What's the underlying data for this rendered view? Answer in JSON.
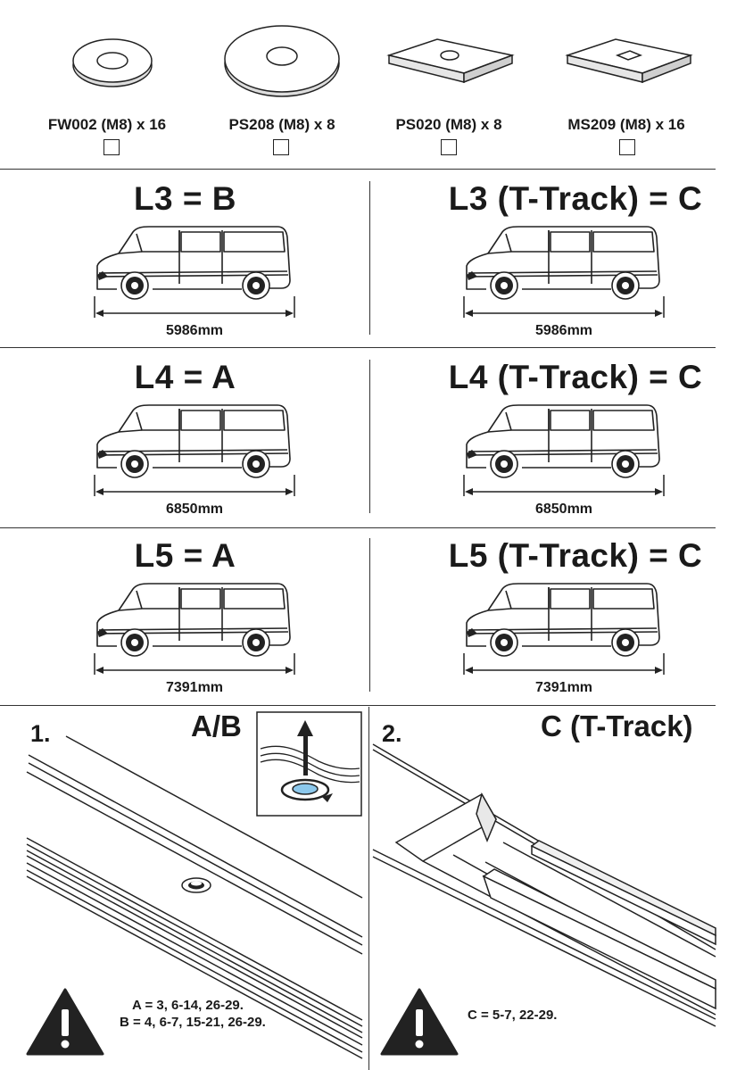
{
  "parts": [
    {
      "id": "fw002",
      "label": "FW002 (M8) x 16",
      "icon": "round-washer-small-icon",
      "checked": false
    },
    {
      "id": "ps208",
      "label": "PS208 (M8) x 8",
      "icon": "round-washer-large-icon",
      "checked": false
    },
    {
      "id": "ps020",
      "label": "PS020 (M8) x 8",
      "icon": "square-plate-round-hole-icon",
      "checked": false
    },
    {
      "id": "ms209",
      "label": "MS209 (M8) x 16",
      "icon": "square-plate-square-hole-icon",
      "checked": false
    }
  ],
  "configs": [
    {
      "heading": "L3 = B",
      "length": "5986mm"
    },
    {
      "heading": "L3 (T-Track) = C",
      "length": "5986mm"
    },
    {
      "heading": "L4 = A",
      "length": "6850mm"
    },
    {
      "heading": "L4 (T-Track) = C",
      "length": "6850mm"
    },
    {
      "heading": "L5 = A",
      "length": "7391mm"
    },
    {
      "heading": "L5 (T-Track) = C",
      "length": "7391mm"
    }
  ],
  "steps": [
    {
      "number": "1.",
      "title": "A/B",
      "warning_lines": [
        "A = 3, 6-14, 26-29.",
        "B = 4, 6-7, 15-21, 26-29."
      ]
    },
    {
      "number": "2.",
      "title": "C (T-Track)",
      "warning_lines": [
        "C = 5-7, 22-29."
      ]
    }
  ]
}
